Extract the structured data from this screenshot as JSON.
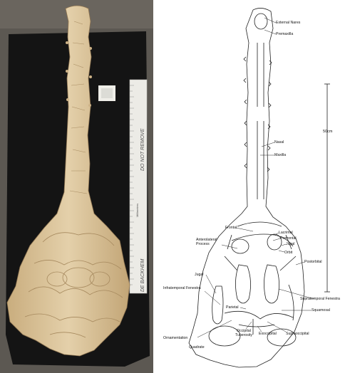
{
  "photo": {
    "ruler_top_text": "DO NOT REMOVE",
    "ruler_bottom_text": "DE BACKHEM",
    "ruler_middle_text": "Millimetres"
  },
  "scale_bar": {
    "label": "50cm"
  },
  "labels": {
    "external_nares": "External Nares",
    "premaxilla": "Premaxilla",
    "nasal": "Nasal",
    "maxilla": "Maxilla",
    "frontal": "Frontal",
    "lacrimal": "Lacrimal",
    "prefrontal": "Prefrontal",
    "jugal_upper": "Jugal",
    "anterolateral_process": "Anterolateral Process",
    "orbit": "Orbit",
    "postorbital": "Postorbital",
    "jugal_left": "Jugal",
    "infratemporal_fenestra": "Infratemporal Fenestra",
    "supratemporal_fenestra": "Supratemporal Fenestra",
    "squamosal": "Squamosal",
    "parietal": "Parietal",
    "ornamentation": "Ornamentation",
    "occipital_tuberosity": "Occipital Tuberosity",
    "exoccipital": "Exoccipital",
    "supraoccipital": "Supraoccipital",
    "quadrate": "Quadrate"
  },
  "colors": {
    "photo_background": "#5a5650",
    "black_board": "#141414",
    "fossil": "#d9c39c",
    "drawing_ink": "#222222"
  }
}
